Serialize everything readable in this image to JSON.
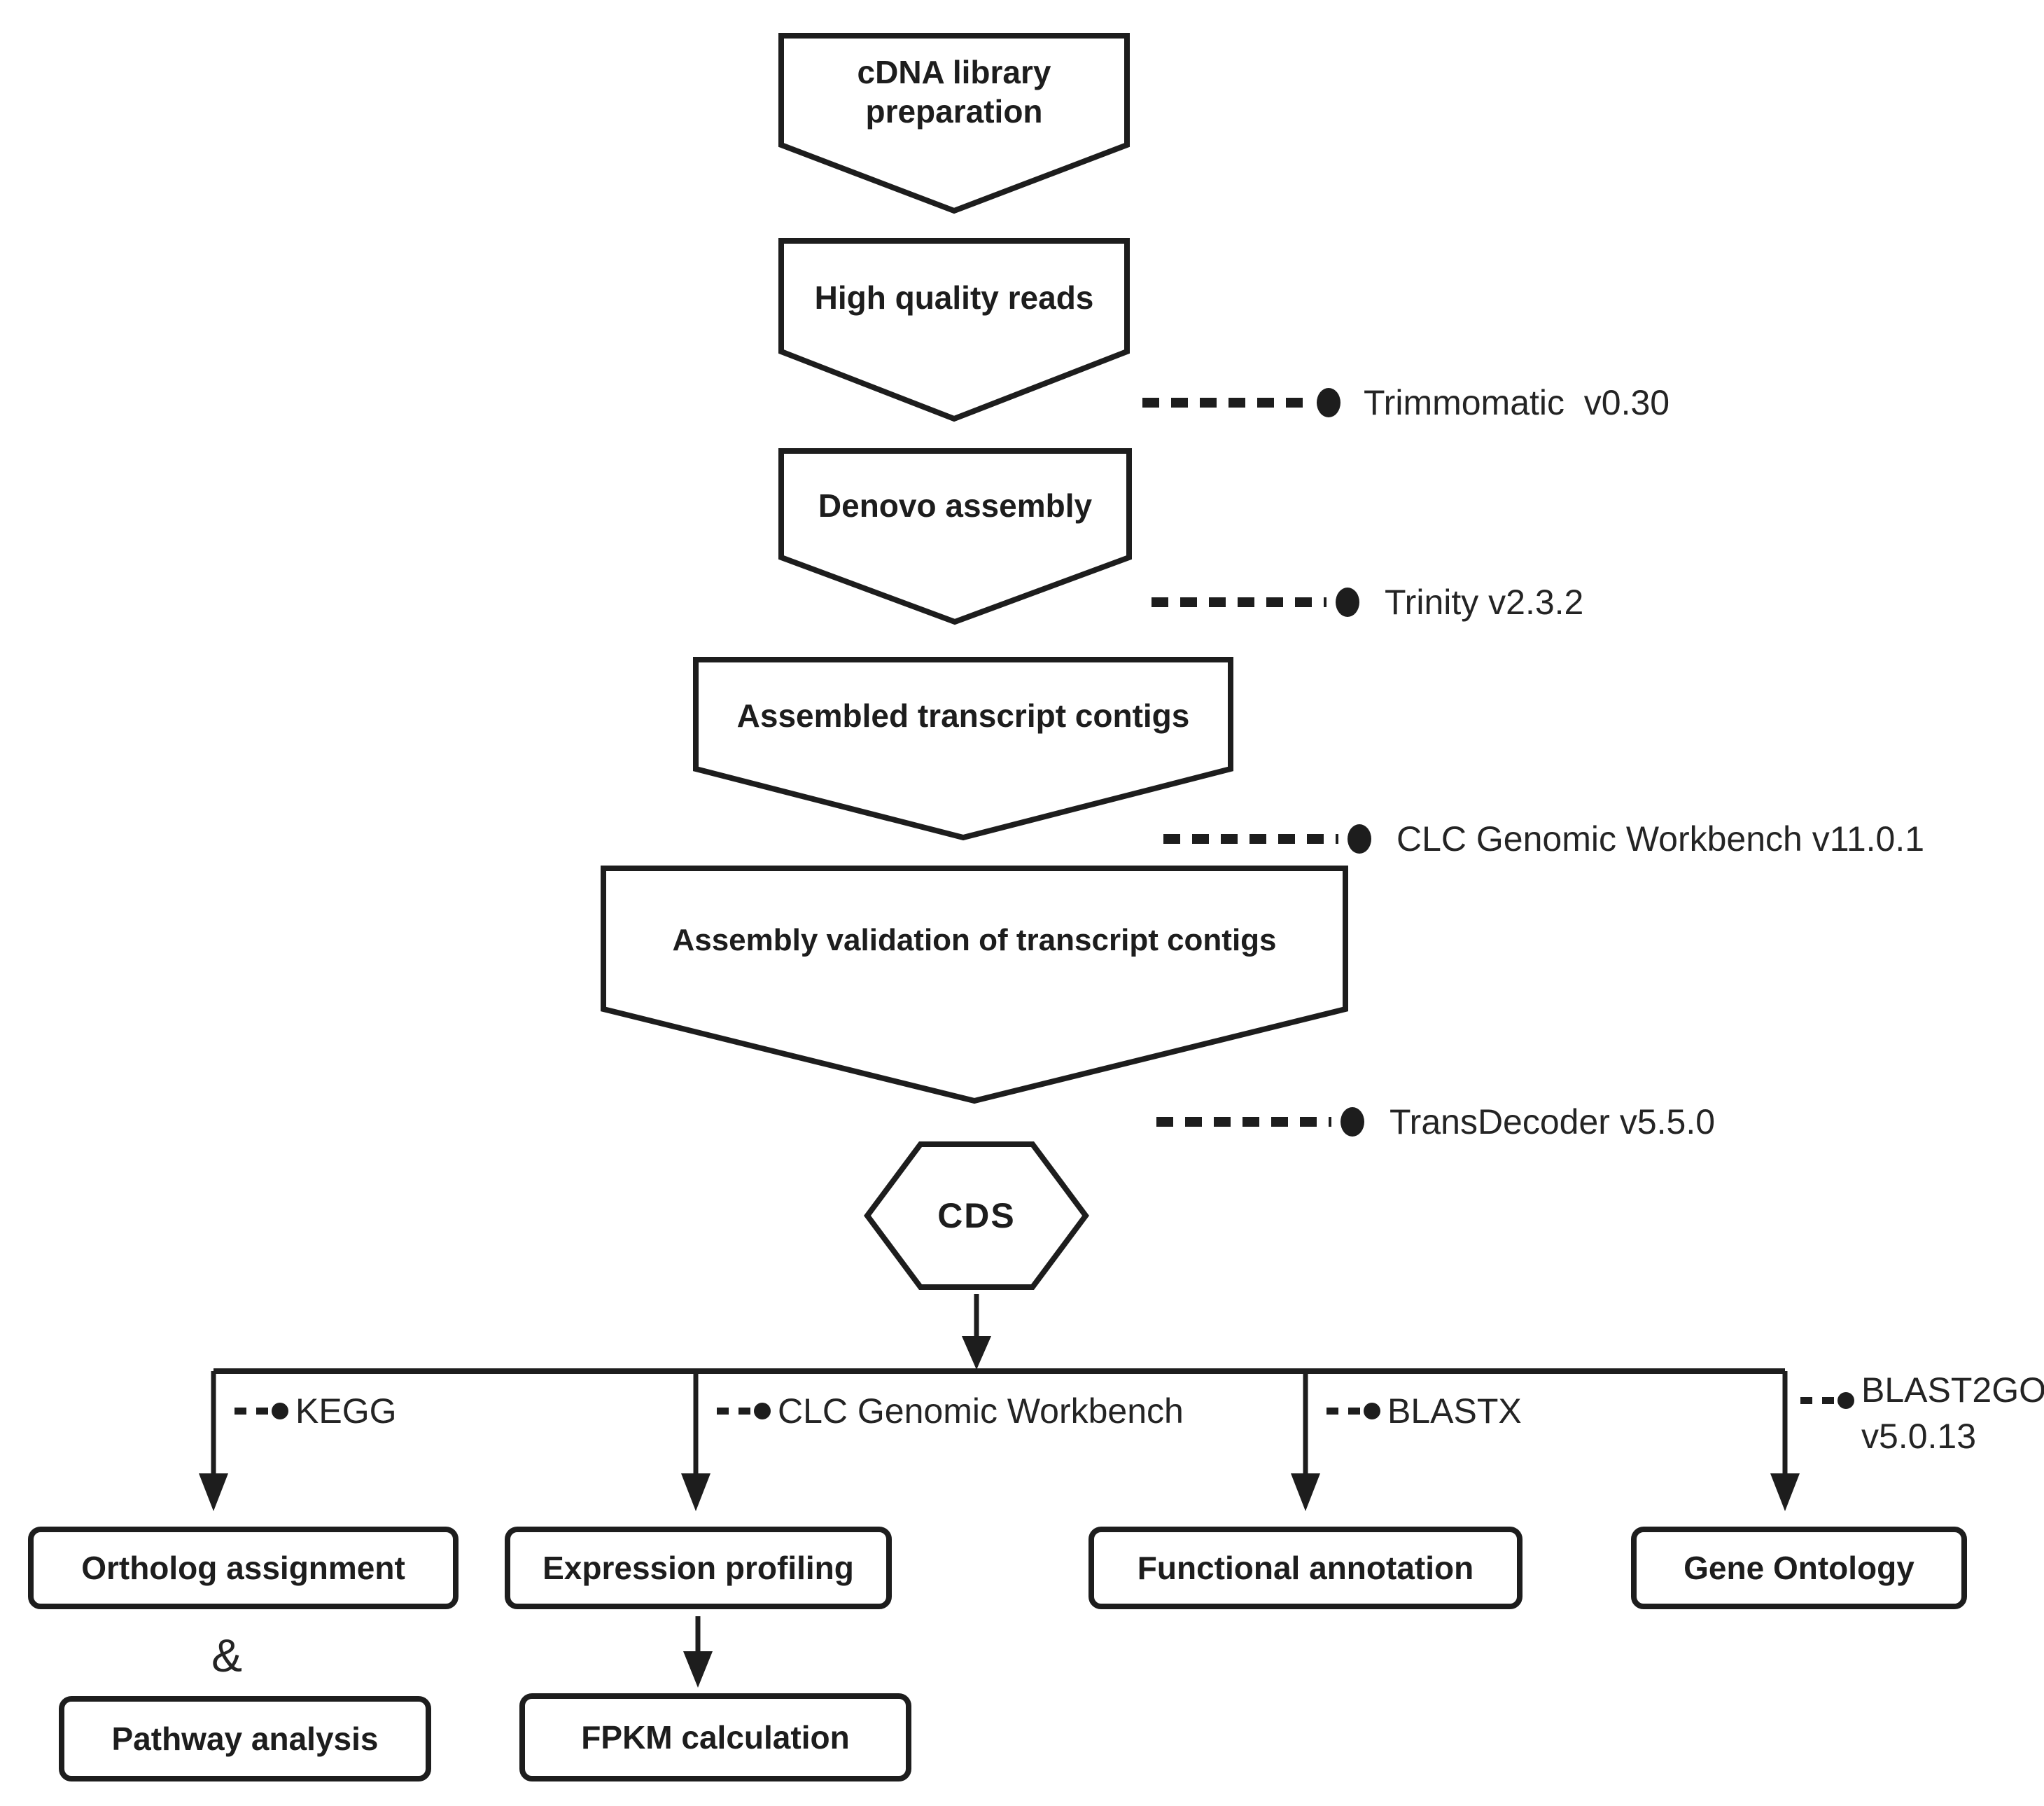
{
  "figure": {
    "description_label": "RNA-seq analysis workflow"
  },
  "steps": [
    {
      "label": "cDNA library preparation"
    },
    {
      "label": "High quality reads",
      "tool": "Trimmomatic  v0.30"
    },
    {
      "label": "Denovo assembly",
      "tool": "Trinity v2.3.2"
    },
    {
      "label": "Assembled transcript contigs",
      "tool": "CLC Genomic Workbench v11.0.1"
    },
    {
      "label": "Assembly validation of transcript contigs",
      "tool": "TransDecoder v5.5.0"
    },
    {
      "label": "CDS"
    }
  ],
  "branches": [
    {
      "tool": "KEGG",
      "primary": "Ortholog assignment",
      "join": "&",
      "secondary": "Pathway analysis"
    },
    {
      "tool": "CLC Genomic Workbench",
      "primary": "Expression profiling",
      "secondary": "FPKM calculation"
    },
    {
      "tool": "BLASTX",
      "primary": "Functional annotation"
    },
    {
      "tool": "BLAST2GO v5.0.13",
      "primary": "Gene Ontology"
    }
  ],
  "colors": {
    "line": "#1d1d1d",
    "background": "#ffffff"
  }
}
